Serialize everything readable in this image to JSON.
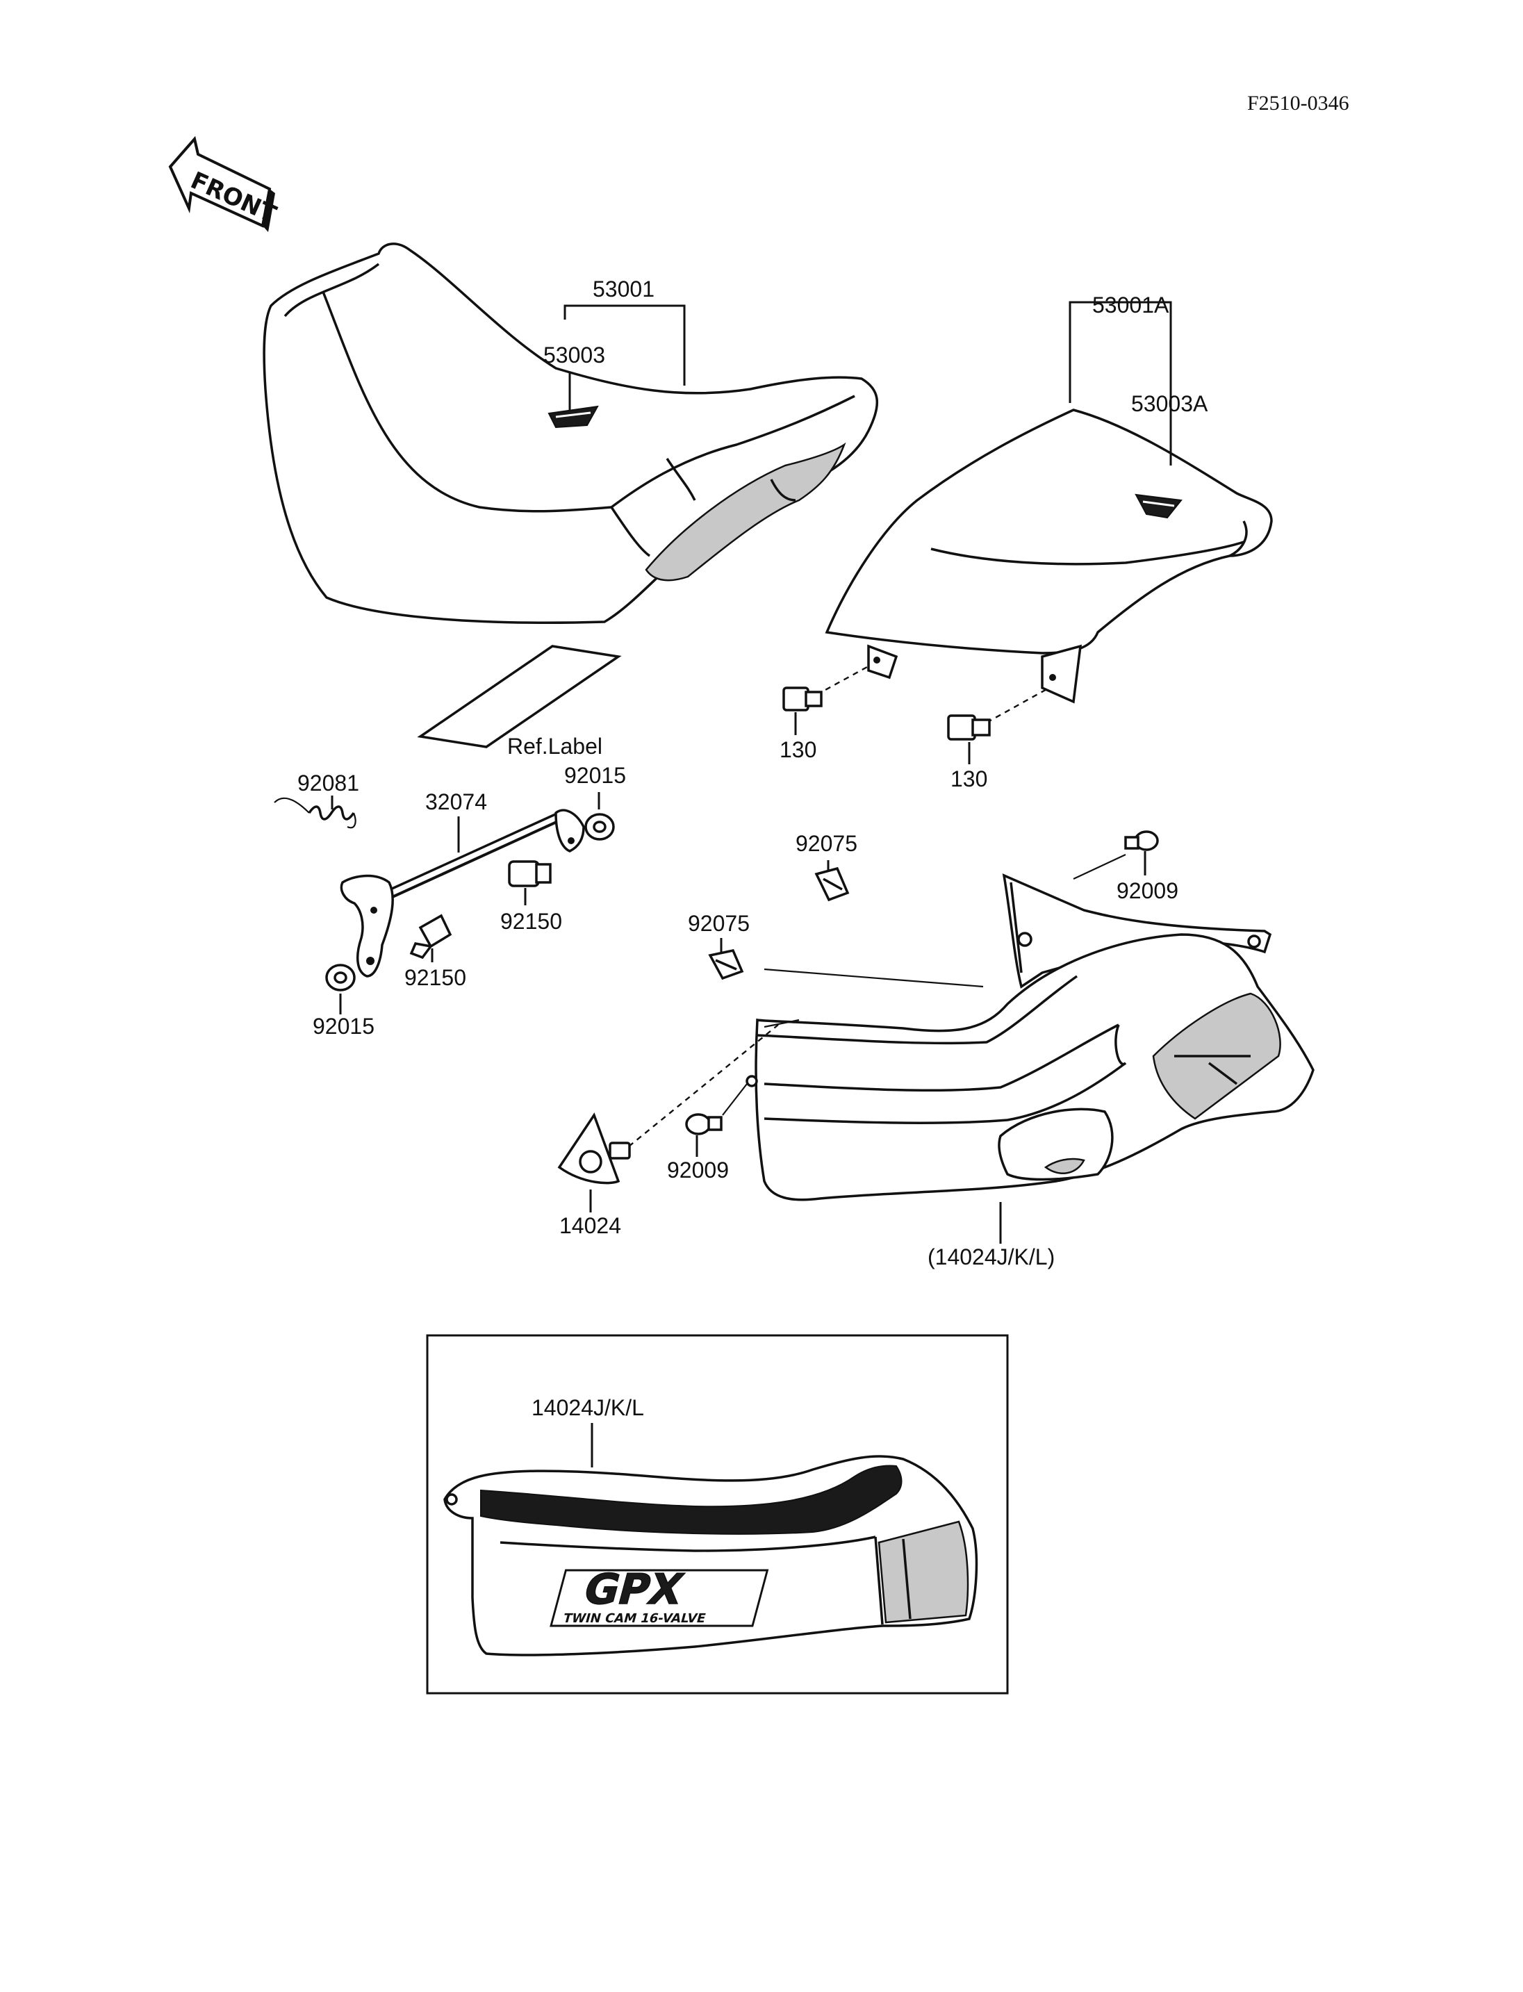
{
  "diagram_code": "F2510-0346",
  "front_arrow_label": "FRONT",
  "parts": {
    "seat": "53001",
    "seat_badge": "53003",
    "rear_seat": "53001A",
    "rear_seat_badge": "53003A",
    "ref_label": "Ref.Label",
    "spring": "92081",
    "rod": "32074",
    "nut_right": "92015",
    "nut_left": "92015",
    "bolt_top": "92150",
    "bolt_bottom": "92150",
    "bolt_seat_left": "130",
    "bolt_seat_right": "130",
    "clip_top": "92075",
    "clip_left": "92075",
    "screw_top": "92009",
    "screw_bottom": "92009",
    "grommet": "14024",
    "side_cover": "(14024J/K/L)",
    "inset_cover": "14024J/K/L"
  },
  "decal": {
    "brand": "GPX",
    "subtitle": "TWIN CAM 16-VALVE"
  }
}
